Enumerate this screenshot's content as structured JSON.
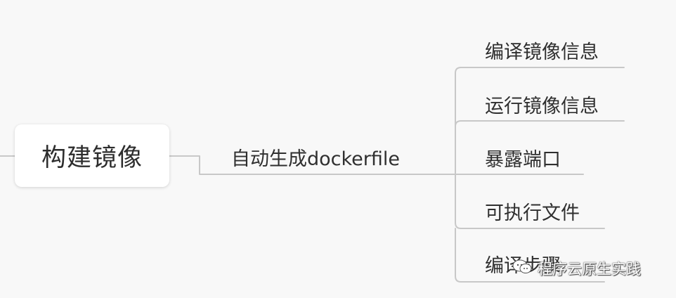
{
  "mindmap": {
    "root": {
      "label": "构建镜像"
    },
    "branch": {
      "label": "自动生成dockerfile"
    },
    "children": [
      {
        "label": "编译镜像信息"
      },
      {
        "label": "运行镜像信息"
      },
      {
        "label": "暴露端口"
      },
      {
        "label": "可执行文件"
      },
      {
        "label": "编译步骤"
      }
    ]
  },
  "watermark": {
    "text": "程序云原生实践",
    "icon": "wechat-icon"
  },
  "colors": {
    "background": "#f8f8f8",
    "connector": "#c8c8c8",
    "text": "#2f2f2f"
  }
}
